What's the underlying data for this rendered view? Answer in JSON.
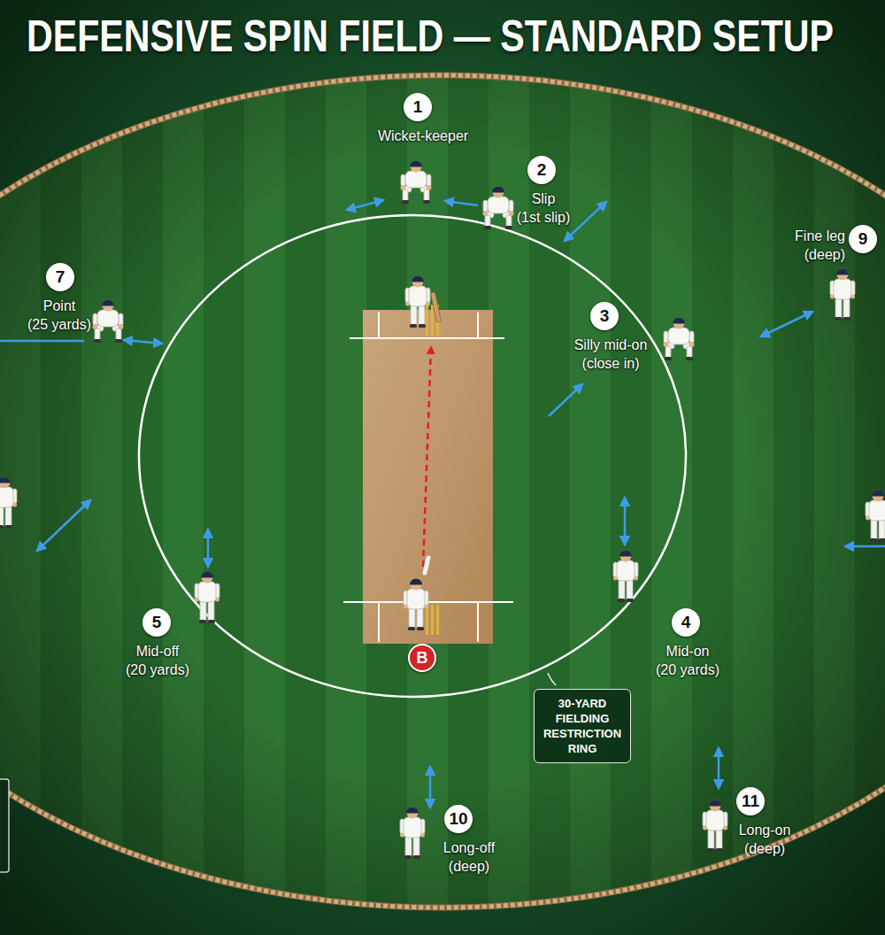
{
  "diagram": {
    "title": "DEFENSIVE SPIN FIELD — STANDARD SETUP",
    "nodes": [
      {
        "text": [
          "1",
          "Wicket-keeper"
        ]
      },
      {
        "text": [
          "2",
          "Slip (1st slip)"
        ]
      },
      {
        "text": [
          "9",
          "Fine leg (deep)"
        ]
      },
      {
        "text": [
          "7",
          "Point (25 yards)"
        ]
      },
      {
        "text": [
          "3",
          "Silly mid-on (close in)"
        ]
      },
      {
        "text": [
          "5",
          "Mid-off (20 yards)"
        ]
      },
      {
        "text": [
          "4",
          "Mid-on (20 yards)"
        ]
      },
      {
        "text": [
          "B"
        ]
      },
      {
        "text": [
          "30-YARD FIELDING RESTRICTION RING"
        ]
      },
      {
        "text": [
          "10",
          "Long-off (deep)"
        ]
      },
      {
        "text": [
          "11",
          "Long-on (deep)"
        ]
      }
    ]
  }
}
